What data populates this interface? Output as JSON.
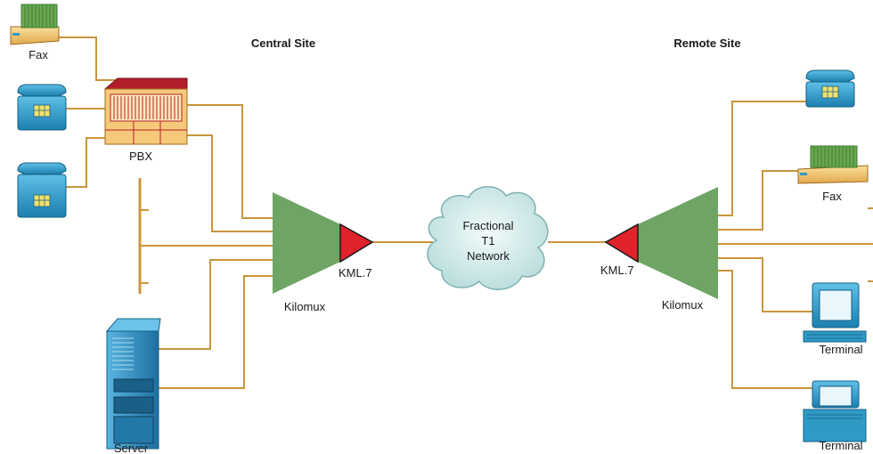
{
  "headers": {
    "central": "Central Site",
    "remote": "Remote Site"
  },
  "labels": {
    "fax_central": "Fax",
    "pbx": "PBX",
    "server": "Server",
    "mux_central": "Kilomux",
    "kml_central": "KML.7",
    "cloud_line1": "Fractional",
    "cloud_line2": "T1",
    "cloud_line3": "Network",
    "kml_remote": "KML.7",
    "mux_remote": "Kilomux",
    "fax_remote": "Fax",
    "terminal_1": "Terminal",
    "terminal_2": "Terminal"
  },
  "colors": {
    "wire": "#c9953c",
    "mux": "#6ea464",
    "kml": "#e0222a",
    "phone": "#2f9ac6",
    "pbx_body": "#f5c97a",
    "pbx_top": "#b21f2b",
    "server": "#2c8fc4",
    "cloud": "#cfe7e8",
    "terminal": "#2f9ac6"
  }
}
